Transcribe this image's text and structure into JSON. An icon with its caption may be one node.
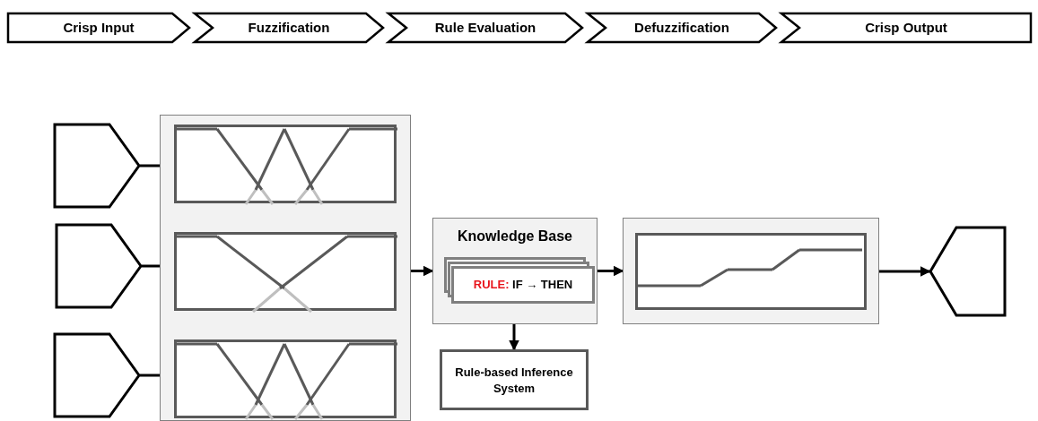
{
  "diagram": {
    "nodes": [
      {
        "text": [
          "Crisp Input"
        ]
      },
      {
        "text": [
          "Fuzzification"
        ]
      },
      {
        "text": [
          "Rule Evaluation"
        ]
      },
      {
        "text": [
          "Defuzzification"
        ]
      },
      {
        "text": [
          "Crisp Output"
        ]
      },
      {
        "text": [],
        "shape": "pentagon"
      },
      {
        "text": [],
        "shape": "pentagon"
      },
      {
        "text": [],
        "shape": "pentagon"
      },
      {
        "text": [],
        "shape": "box"
      },
      {
        "text": [],
        "shape": "box",
        "in": 8
      },
      {
        "text": [],
        "shape": "box",
        "in": 8
      },
      {
        "text": [],
        "shape": "box",
        "in": 8
      },
      {
        "text": [
          "Knowledge Base"
        ]
      },
      {
        "text": [
          "RULE:",
          "IF → THEN"
        ],
        "in": 12
      },
      {
        "text": [],
        "shape": "box"
      },
      {
        "text": [],
        "shape": "pentagon"
      },
      {
        "text": [
          "Rule-based Inference System"
        ]
      }
    ],
    "edges": [
      {
        "from": 5,
        "to": 9,
        "arrow": "to"
      },
      {
        "from": 6,
        "to": 10,
        "arrow": "to"
      },
      {
        "from": 7,
        "to": 11,
        "arrow": "to"
      },
      {
        "from": 8,
        "to": 12,
        "arrow": "to"
      },
      {
        "from": 12,
        "to": 14,
        "arrow": "to"
      },
      {
        "from": 14,
        "to": 15,
        "arrow": "to"
      },
      {
        "from": 12,
        "to": 16,
        "arrow": "to"
      }
    ]
  }
}
